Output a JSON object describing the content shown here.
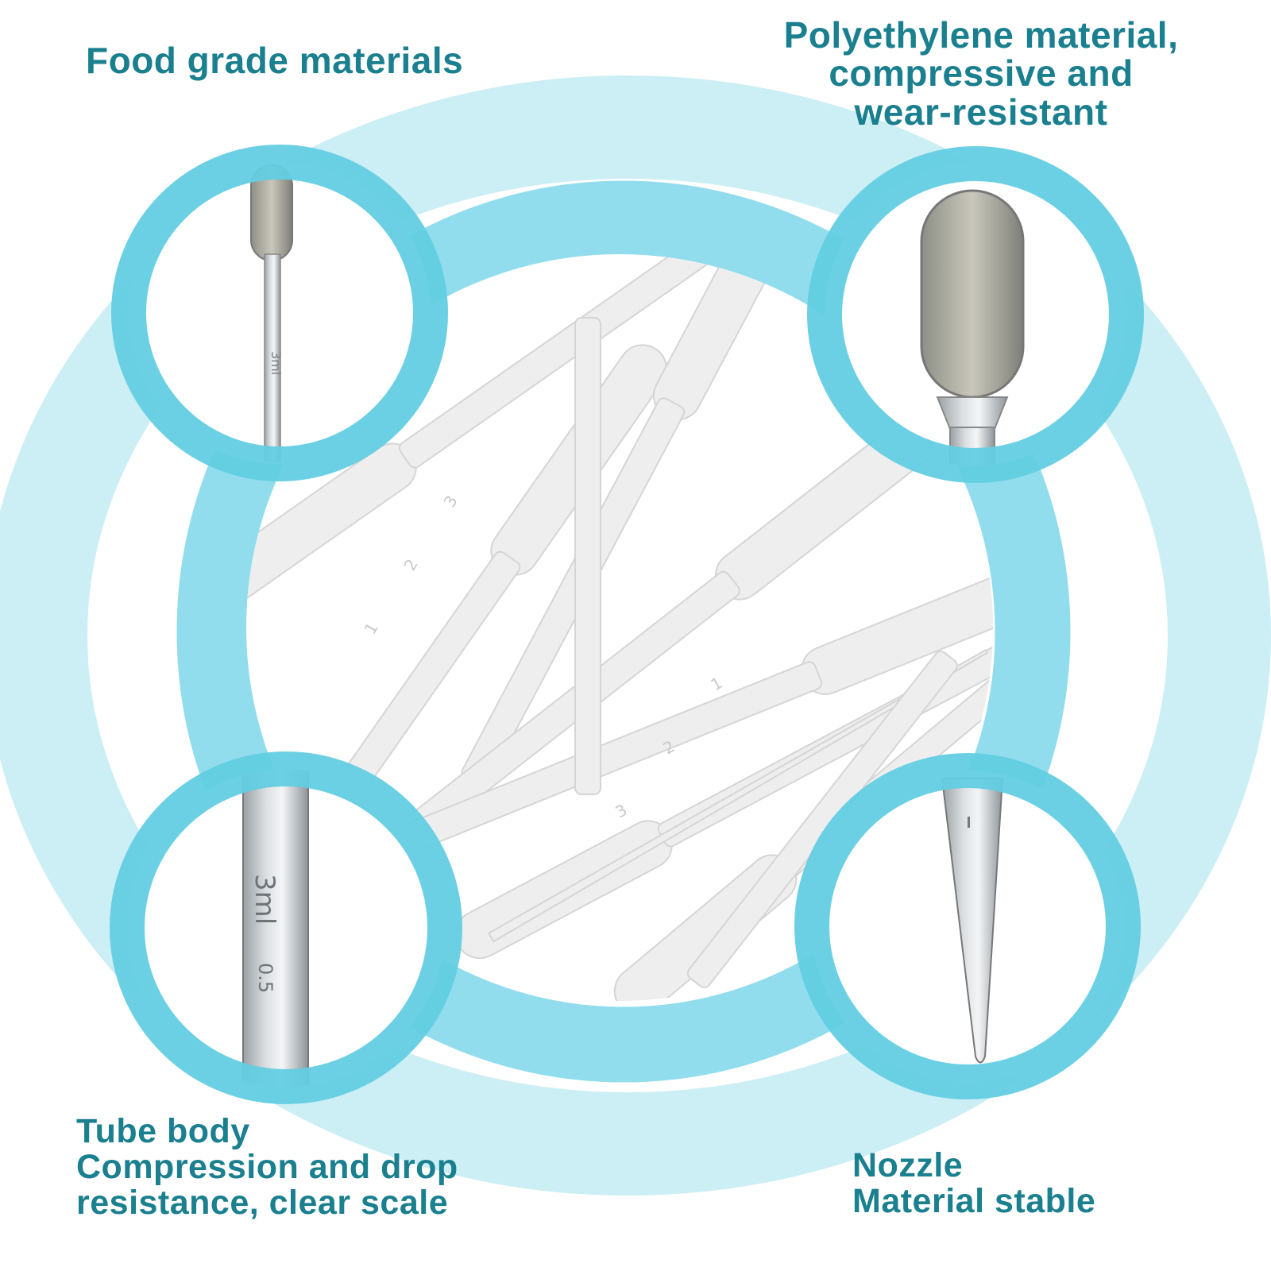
{
  "labels": {
    "food_grade": "Food grade materials",
    "polyethylene": [
      "Polyethylene material,",
      "compressive and",
      "wear-resistant"
    ],
    "tube_body": [
      "Tube body",
      "Compression and drop",
      "resistance, clear scale"
    ],
    "nozzle": [
      "Nozzle",
      "Material stable"
    ]
  },
  "graduation_marks": [
    "1",
    "2",
    "3"
  ],
  "detail_marks": {
    "top_left": "3ml",
    "bottom_left_upper": "3ml",
    "bottom_left_lower": "0.5"
  },
  "colors": {
    "accent_text": "#1a7f8e",
    "ring_light": "#bfeaf2",
    "ring_mid": "#8fdcec",
    "ring_dark": "#5ccbe0",
    "pipette": "#eeeeee"
  },
  "icons": [
    "pipette-bulb",
    "pipette-tube",
    "pipette-nozzle"
  ]
}
